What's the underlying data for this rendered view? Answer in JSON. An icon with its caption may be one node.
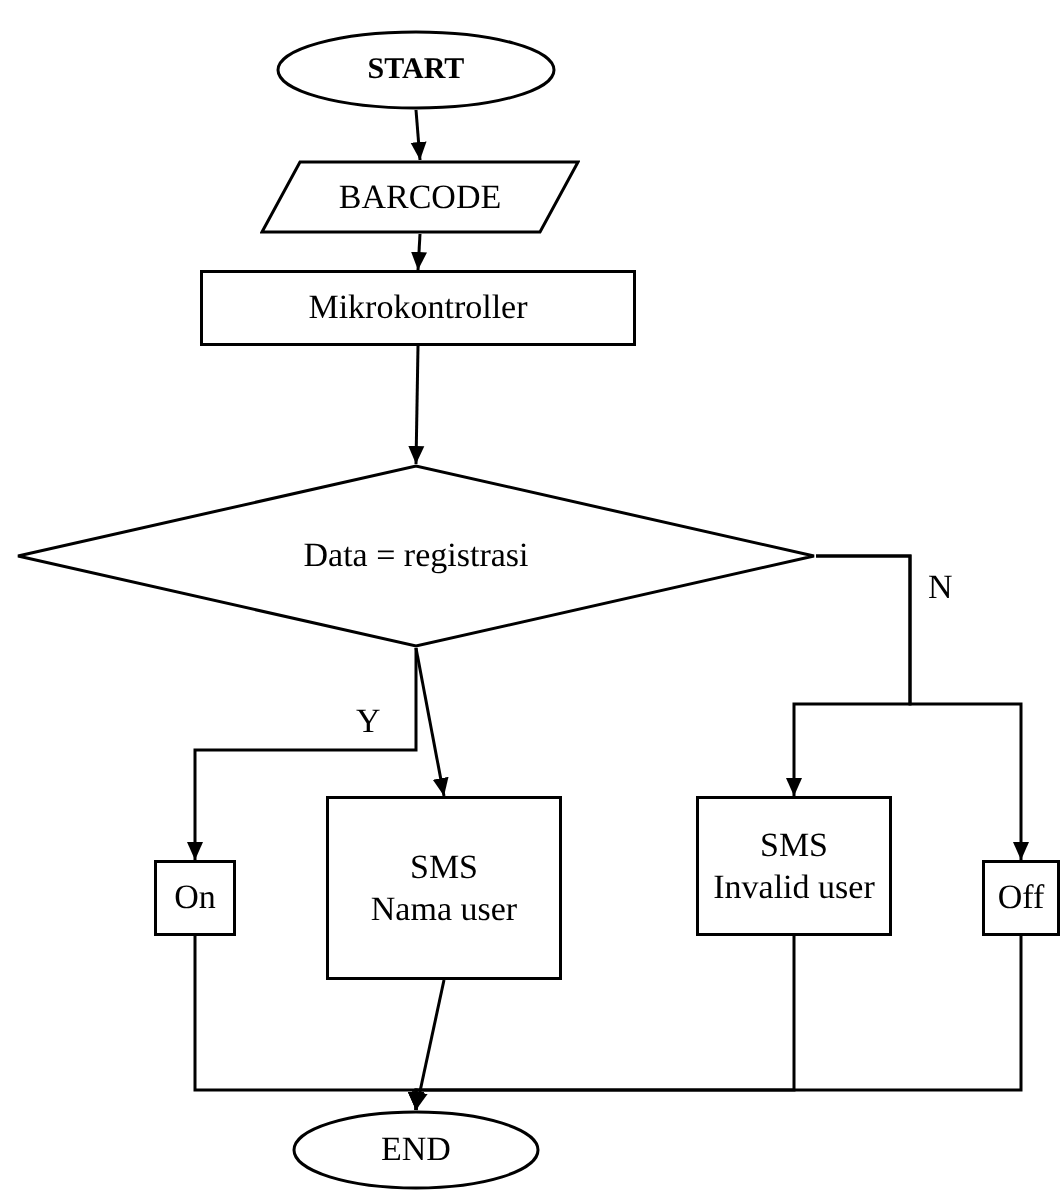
{
  "diagram": {
    "nodes": [
      {
        "text": [
          "START"
        ]
      },
      {
        "text": [
          "BARCODE"
        ]
      },
      {
        "text": [
          "Mikrokontroller"
        ]
      },
      {
        "text": [
          "Data = registrasi"
        ]
      },
      {
        "text": [
          "On"
        ]
      },
      {
        "text": [
          "SMS",
          "Nama user"
        ]
      },
      {
        "text": [
          "SMS",
          "Invalid user"
        ]
      },
      {
        "text": [
          "Off"
        ]
      },
      {
        "text": [
          "END"
        ]
      }
    ],
    "edges": [
      {
        "from": 0,
        "to": 1,
        "arrow": "to"
      },
      {
        "from": 1,
        "to": 2,
        "arrow": "to"
      },
      {
        "from": 2,
        "to": 3,
        "arrow": "to"
      },
      {
        "from": 3,
        "to": 5,
        "arrow": "to",
        "label": "Y"
      },
      {
        "from": 3,
        "to": 4,
        "arrow": "to"
      },
      {
        "from": 3,
        "to": 6,
        "arrow": "to",
        "label": "N"
      },
      {
        "from": 3,
        "to": 7,
        "arrow": "to"
      },
      {
        "from": 4,
        "to": 8,
        "arrow": "to"
      },
      {
        "from": 5,
        "to": 8,
        "arrow": "to"
      },
      {
        "from": 6,
        "to": 8,
        "arrow": "to"
      },
      {
        "from": 7,
        "to": 8,
        "arrow": "to"
      }
    ]
  }
}
